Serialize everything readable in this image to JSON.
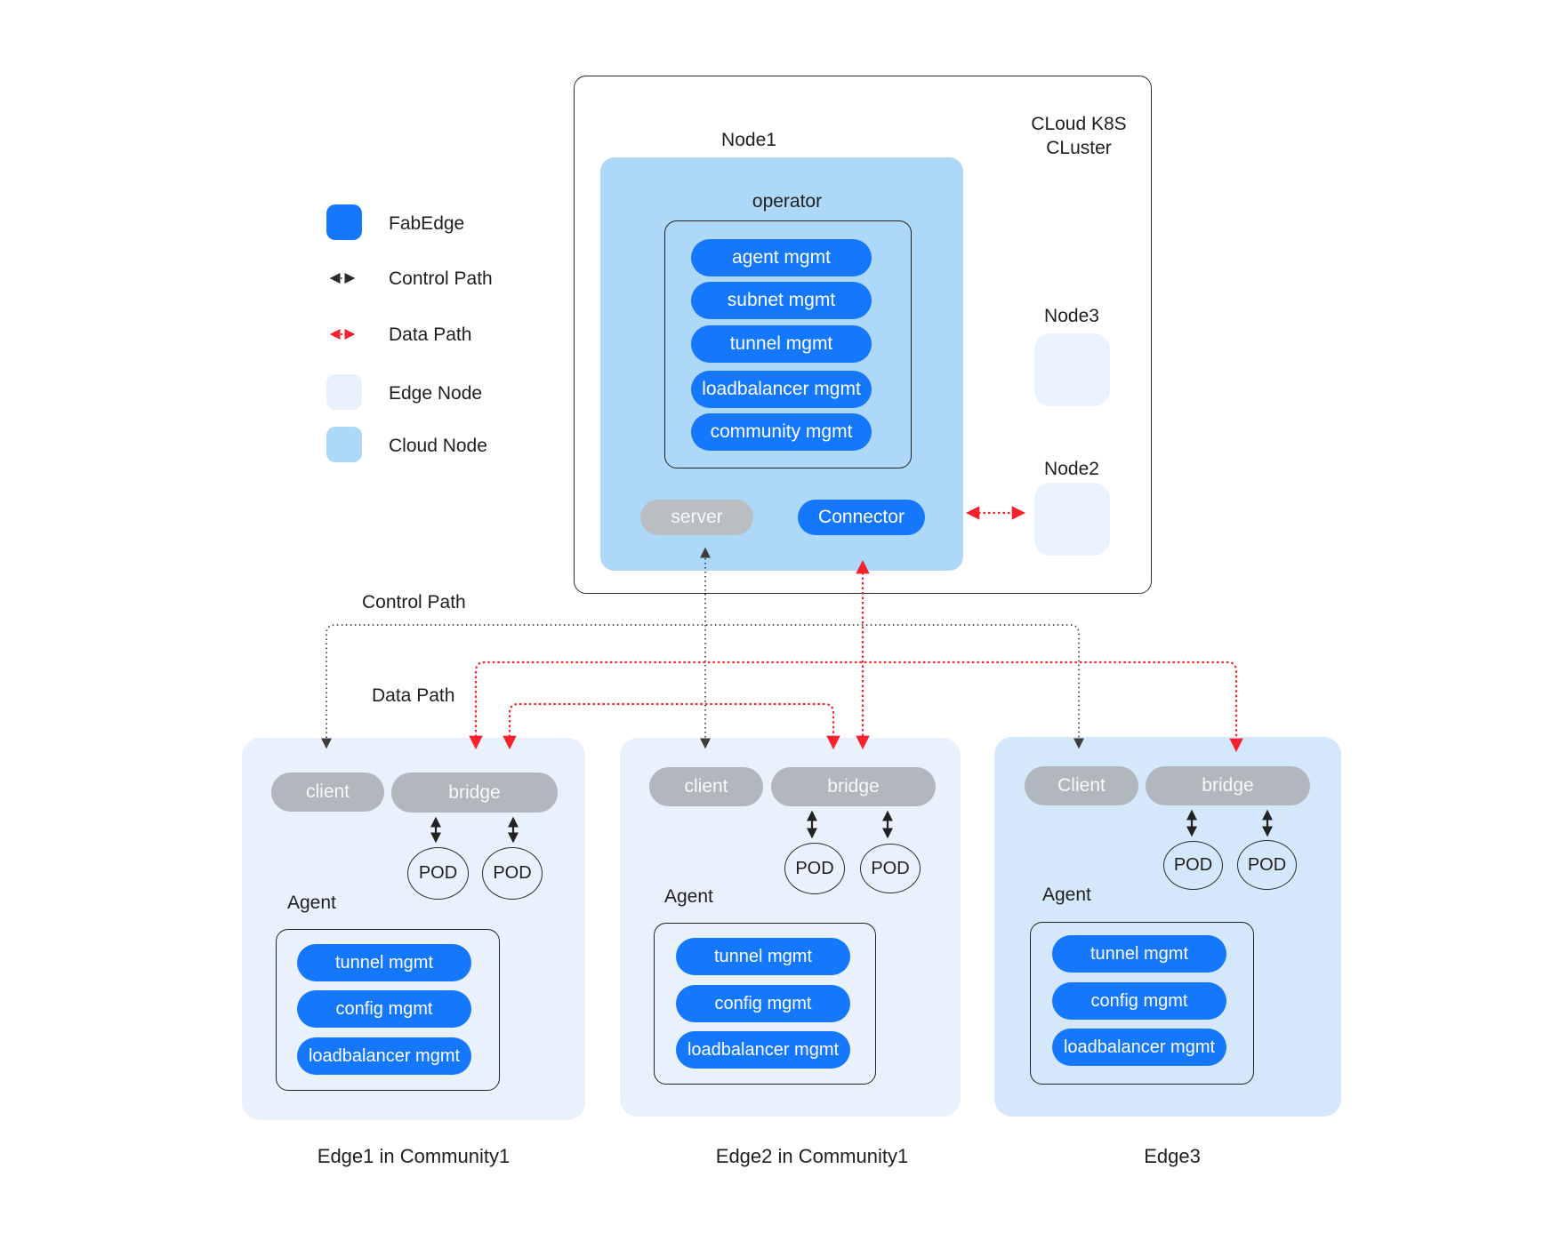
{
  "colors": {
    "blue": "#1577fb",
    "cloud_node": "#add8f7",
    "edge_node": "#e9f1fc",
    "edge_node_dark": "#d5e8fb",
    "node_small": "#e9f2fd",
    "gray_pill": "#b1b7bd",
    "server_gray": "#b9bec3",
    "red": "#f5222d",
    "line_dark": "#4a4a4a",
    "ink": "#1f1f1f"
  },
  "legend": {
    "items": [
      {
        "label": "FabEdge",
        "symbol": "blue-swatch"
      },
      {
        "label": "Control Path",
        "symbol": "dark-dotted-arrow"
      },
      {
        "label": "Data Path",
        "symbol": "red-dotted-arrow"
      },
      {
        "label": "Edge Node",
        "symbol": "edge-swatch"
      },
      {
        "label": "Cloud Node",
        "symbol": "cloud-swatch"
      }
    ]
  },
  "cluster": {
    "title_line1": "CLoud K8S",
    "title_line2": "CLuster",
    "node1_label": "Node1",
    "operator_label": "operator",
    "operator_pills": [
      "agent mgmt",
      "subnet mgmt",
      "tunnel mgmt",
      "loadbalancer mgmt",
      "community mgmt"
    ],
    "server_label": "server",
    "connector_label": "Connector",
    "node3_label": "Node3",
    "node2_label": "Node2"
  },
  "flow_labels": {
    "control": "Control Path",
    "data": "Data Path"
  },
  "edges": [
    {
      "caption": "Edge1 in Community1",
      "client_label": "client",
      "bridge_label": "bridge",
      "pod_labels": [
        "POD",
        "POD"
      ],
      "agent_label": "Agent",
      "agent_pills": [
        "tunnel mgmt",
        "config mgmt",
        "loadbalancer mgmt"
      ]
    },
    {
      "caption": "Edge2 in Community1",
      "client_label": "client",
      "bridge_label": "bridge",
      "pod_labels": [
        "POD",
        "POD"
      ],
      "agent_label": "Agent",
      "agent_pills": [
        "tunnel mgmt",
        "config mgmt",
        "loadbalancer mgmt"
      ]
    },
    {
      "caption": "Edge3",
      "client_label": "Client",
      "bridge_label": "bridge",
      "pod_labels": [
        "POD",
        "POD"
      ],
      "agent_label": "Agent",
      "agent_pills": [
        "tunnel mgmt",
        "config mgmt",
        "loadbalancer mgmt"
      ]
    }
  ]
}
